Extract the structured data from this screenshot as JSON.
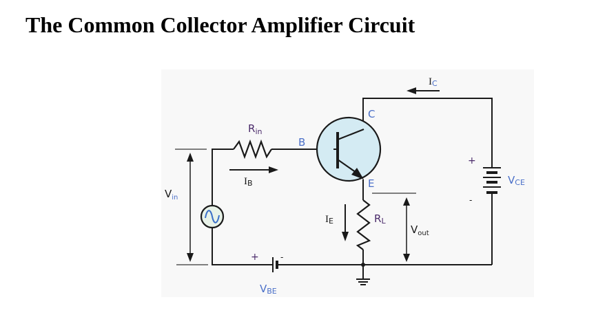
{
  "title": "The Common Collector Amplifier Circuit",
  "diagram": {
    "colors": {
      "wire": "#1a1a1a",
      "transistor_fill": "#d4ebf3",
      "source_fill": "#e8f2e8",
      "label_blue": "#4a6fc8",
      "label_purple": "#4a2a6a",
      "background": "#f8f8f8"
    },
    "labels": {
      "rin": "R",
      "rin_sub": "in",
      "ib": "I",
      "ib_sub": "B",
      "b": "B",
      "c": "C",
      "e": "E",
      "ic": "I",
      "ic_sub": "C",
      "vin": "V",
      "vin_sub": "in",
      "ie": "I",
      "ie_sub": "E",
      "rl": "R",
      "rl_sub": "L",
      "vout": "V",
      "vout_sub": "out",
      "vbe": "V",
      "vbe_sub": "BE",
      "vce": "V",
      "vce_sub": "CE",
      "vbe_plus": "+",
      "vbe_minus": "-",
      "vce_plus": "+",
      "vce_minus": "-"
    }
  }
}
